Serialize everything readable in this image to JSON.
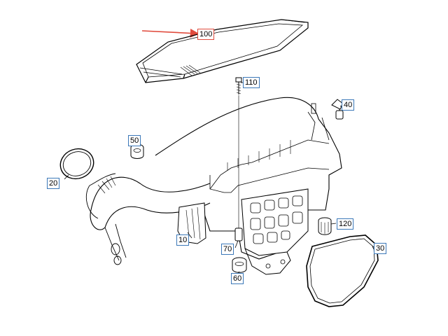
{
  "diagram": {
    "callouts": [
      {
        "id": "c100",
        "label": "100",
        "highlight": true
      },
      {
        "id": "c110",
        "label": "110",
        "highlight": false
      },
      {
        "id": "c40",
        "label": "40",
        "highlight": false
      },
      {
        "id": "c50",
        "label": "50",
        "highlight": false
      },
      {
        "id": "c20",
        "label": "20",
        "highlight": false
      },
      {
        "id": "c120",
        "label": "120",
        "highlight": false
      },
      {
        "id": "c10",
        "label": "10",
        "highlight": false
      },
      {
        "id": "c70",
        "label": "70",
        "highlight": false
      },
      {
        "id": "c30",
        "label": "30",
        "highlight": false
      },
      {
        "id": "c60",
        "label": "60",
        "highlight": false
      }
    ],
    "colors": {
      "callout_border": "#3b78b8",
      "highlight": "#e04a3c",
      "line": "#000000"
    }
  }
}
